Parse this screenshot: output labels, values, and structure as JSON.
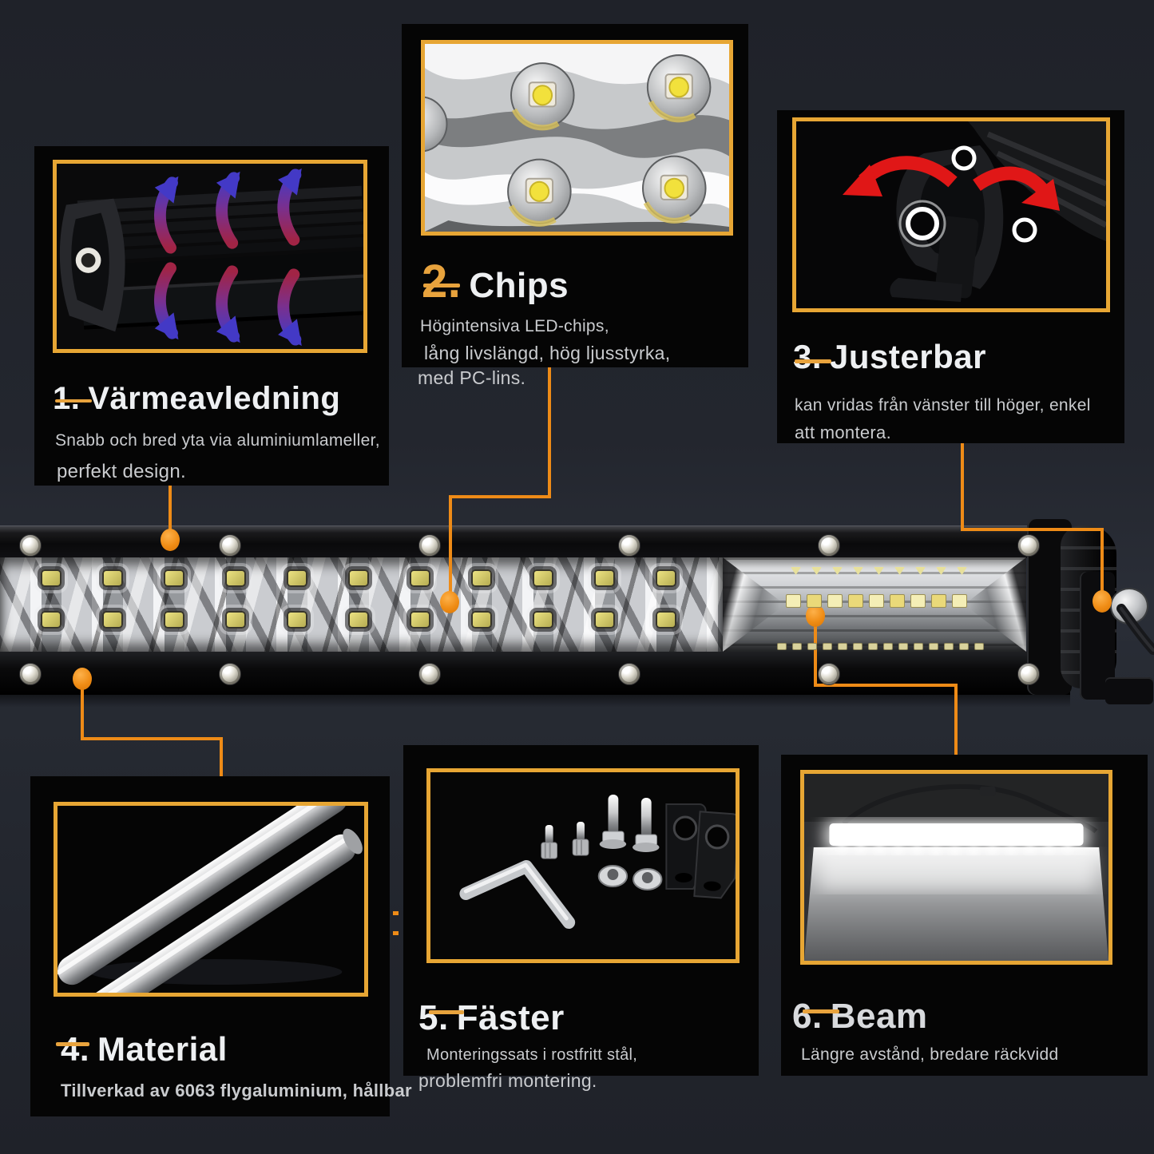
{
  "colors": {
    "background": "#23262e",
    "panel_background": "#050505",
    "gold_border": "#e7a634",
    "gold_accent": "#e8a33d",
    "orange_connector": "#ee8b17",
    "title_text": "#eef0f2",
    "body_text": "#c9cbce"
  },
  "panels": [
    {
      "number": "1.",
      "title": "Värmeavledning",
      "body": [
        "Snabb och bred yta via aluminiumlameller,",
        "perfekt design."
      ]
    },
    {
      "number": "2.",
      "title": "Chips",
      "body": [
        "Högintensiva LED-chips,",
        "lång livslängd, hög ljusstyrka,",
        "med PC-lins."
      ]
    },
    {
      "number": "3.",
      "title": "Justerbar",
      "body": [
        "kan vridas från vänster till höger, enkel",
        "att montera."
      ]
    },
    {
      "number": "4.",
      "title": "Material",
      "body": [
        "Tillverkad av 6063 flygaluminium, hållbar"
      ]
    },
    {
      "number": "5.",
      "title": "Fäster",
      "body": [
        "Monteringssats i rostfritt stål,",
        "problemfri montering."
      ]
    },
    {
      "number": "6.",
      "title": "Beam",
      "body": [
        "Längre avstånd, bredare räckvidd"
      ]
    }
  ]
}
